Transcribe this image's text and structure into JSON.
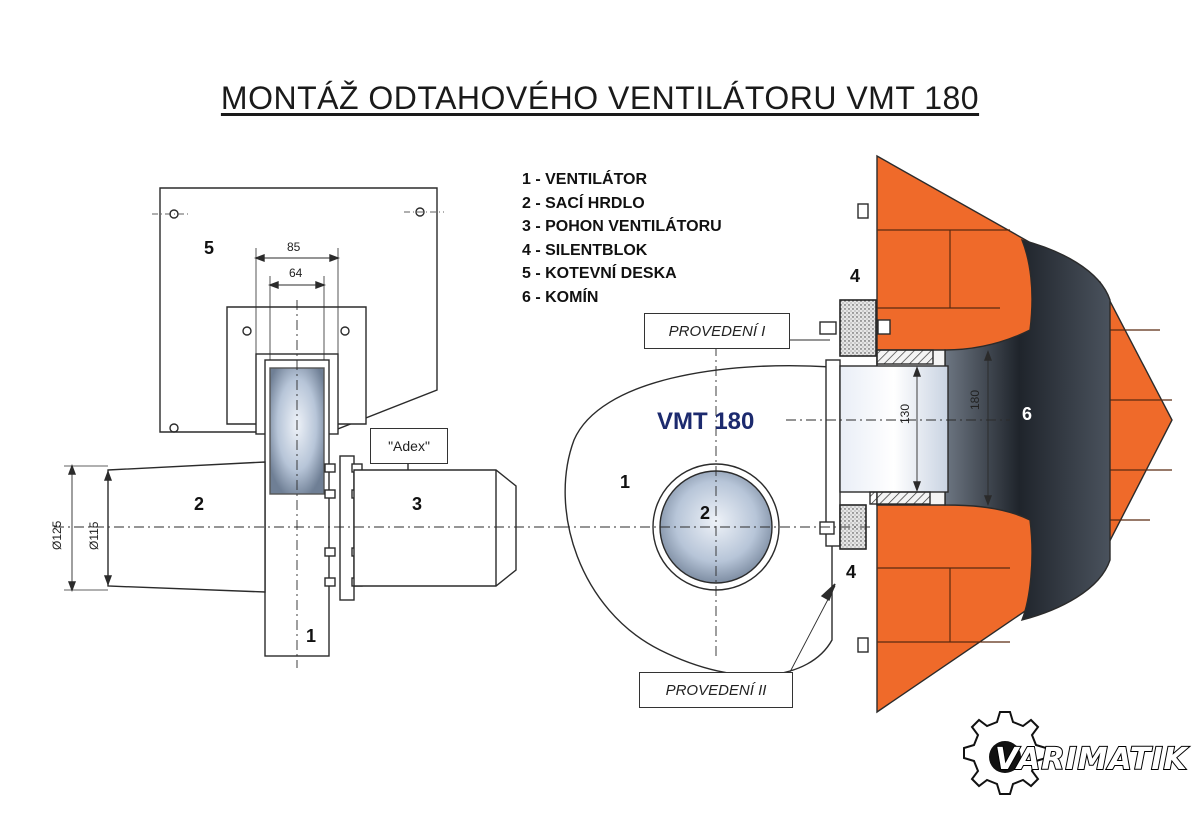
{
  "title": "MONTÁŽ ODTAHOVÉHO VENTILÁTORU VMT 180",
  "legend": [
    "1 - VENTILÁTOR",
    "2 - SACÍ HRDLO",
    "3 - POHON VENTILÁTORU",
    "4 - SILENTBLOK",
    "5 - KOTEVNÍ DESKA",
    "6 - KOMÍN"
  ],
  "left_view": {
    "plate_callout": "5",
    "inlet_callout": "2",
    "fan_callout": "1",
    "motor_callout": "3",
    "motor_label": "\"Adex\"",
    "dim_outer_width": "85",
    "dim_inner_width": "64",
    "dim_outer_diameter": "Ø125",
    "dim_inner_diameter": "Ø115"
  },
  "right_view": {
    "product_name": "VMT 180",
    "variant_one": "PROVEDENÍ I",
    "variant_two": "PROVEDENÍ II",
    "fan_callout": "1",
    "inlet_callout": "2",
    "chimney_callout": "6",
    "silentblock_top": "4",
    "silentblock_bottom": "4",
    "dim_pipe": "130",
    "dim_chimney": "180"
  },
  "logo_text": "VARIMATIK",
  "colors": {
    "brick": "#ef6a2a",
    "brick_mortar": "#5a2a10",
    "steel": "#9fb1c7",
    "chimney_dark": "#2a3038",
    "line": "#2b2b2b",
    "product_name": "#1c2a6e"
  }
}
